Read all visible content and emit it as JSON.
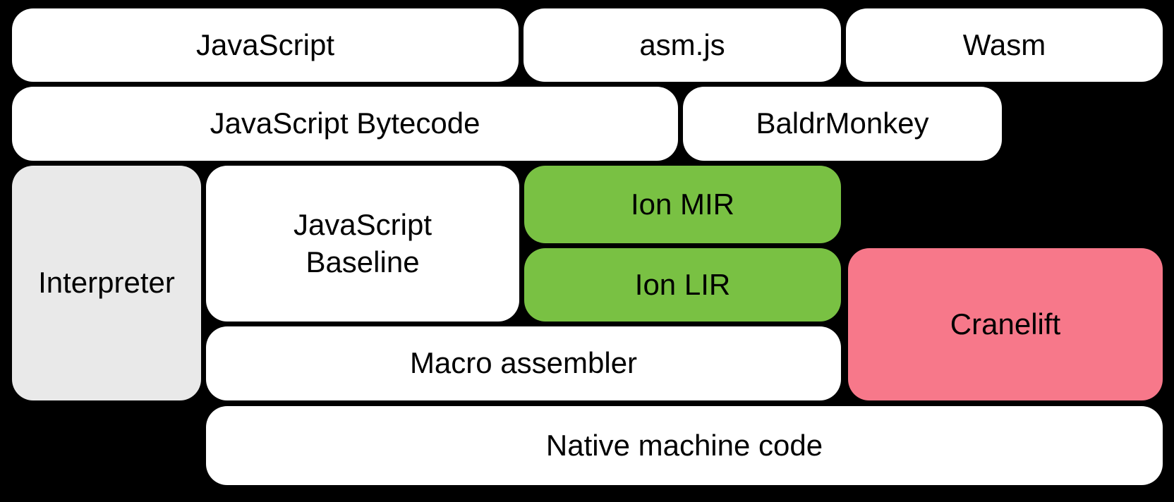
{
  "colors": {
    "background": "#000000",
    "box_default": "#ffffff",
    "interpreter_gray": "#e9e9e9",
    "ion_green": "#79c143",
    "cranelift_pink": "#f7788a",
    "text": "#000000"
  },
  "boxes": [
    {
      "id": "javascript",
      "label": "JavaScript"
    },
    {
      "id": "asmjs",
      "label": "asm.js"
    },
    {
      "id": "wasm",
      "label": "Wasm"
    },
    {
      "id": "javascript-bytecode",
      "label": "JavaScript Bytecode"
    },
    {
      "id": "baldrmonkey",
      "label": "BaldrMonkey"
    },
    {
      "id": "interpreter",
      "label": "Interpreter"
    },
    {
      "id": "javascript-baseline",
      "label": "JavaScript Baseline"
    },
    {
      "id": "ion-mir",
      "label": "Ion MIR"
    },
    {
      "id": "ion-lir",
      "label": "Ion LIR"
    },
    {
      "id": "cranelift",
      "label": "Cranelift"
    },
    {
      "id": "macro-assembler",
      "label": "Macro assembler"
    },
    {
      "id": "native-machine-code",
      "label": "Native machine code"
    }
  ]
}
